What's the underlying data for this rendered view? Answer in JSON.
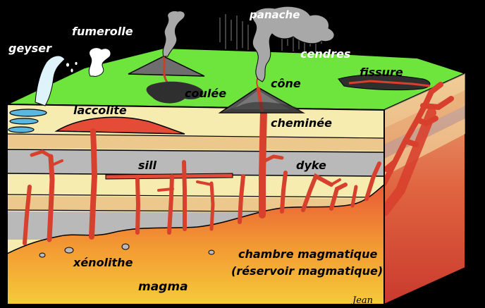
{
  "labels": {
    "geyser": "geyser",
    "fumerolle": "fumerolle",
    "panache": "panache",
    "cendres": "cendres",
    "coulee": "coulée",
    "cone": "cône",
    "fissure": "fissure",
    "laccolite": "laccolite",
    "cheminee": "cheminée",
    "sill": "sill",
    "dyke": "dyke",
    "chambre": "chambre magmatique",
    "reservoir": "(réservoir magmatique)",
    "xenolithe": "xénolithe",
    "magma": "magma"
  },
  "signature": "Jean",
  "colors": {
    "background": "#000000",
    "ground_surface": "#6ee53c",
    "sand_layer": "#f6ecb0",
    "tan_layer": "#edc88c",
    "grey_layer": "#b9b9b9",
    "magma_yellow": "#f7d23a",
    "magma_orange": "#f08a2a",
    "magma_red": "#e44c37",
    "lava_dark": "#2f2f2f",
    "smoke": "#a8a8a8"
  },
  "icons": {
    "geyser": "water-jet",
    "fumerolle": "steam-wisp",
    "cone": "volcano-cone",
    "panache": "ash-plume"
  }
}
